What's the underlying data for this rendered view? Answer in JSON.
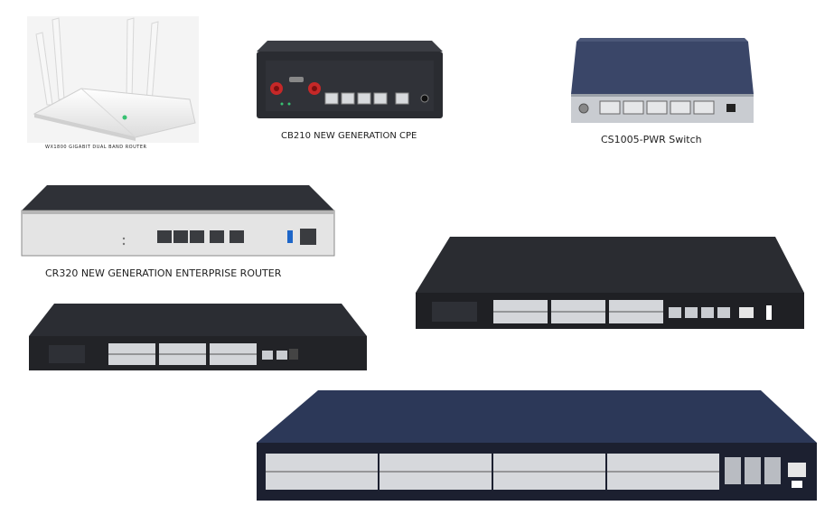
{
  "products": [
    {
      "id": "wx1800",
      "caption": "WX1800 GIGABIT DUAL BAND ROUTER",
      "icon": "wifi-router-icon"
    },
    {
      "id": "cb210",
      "caption": "CB210 NEW GENERATION CPE",
      "icon": "cpe-device-icon"
    },
    {
      "id": "cs1005",
      "caption": "CS1005-PWR Switch",
      "icon": "desktop-switch-icon"
    },
    {
      "id": "cr320",
      "caption": "CR320 NEW GENERATION ENTERPRISE ROUTER",
      "icon": "rack-router-icon"
    },
    {
      "id": "switch24a",
      "caption": "",
      "icon": "rack-switch-icon"
    },
    {
      "id": "switch24b",
      "caption": "",
      "icon": "rack-switch-icon"
    },
    {
      "id": "switch48",
      "caption": "",
      "icon": "rack-switch-icon"
    }
  ],
  "colors": {
    "chassis_dark": "#2b2d33",
    "chassis_blue": "#2f3a5c",
    "router_white": "#f2f2f2",
    "port": "#cfd2d6",
    "accent_red": "#c62828"
  }
}
